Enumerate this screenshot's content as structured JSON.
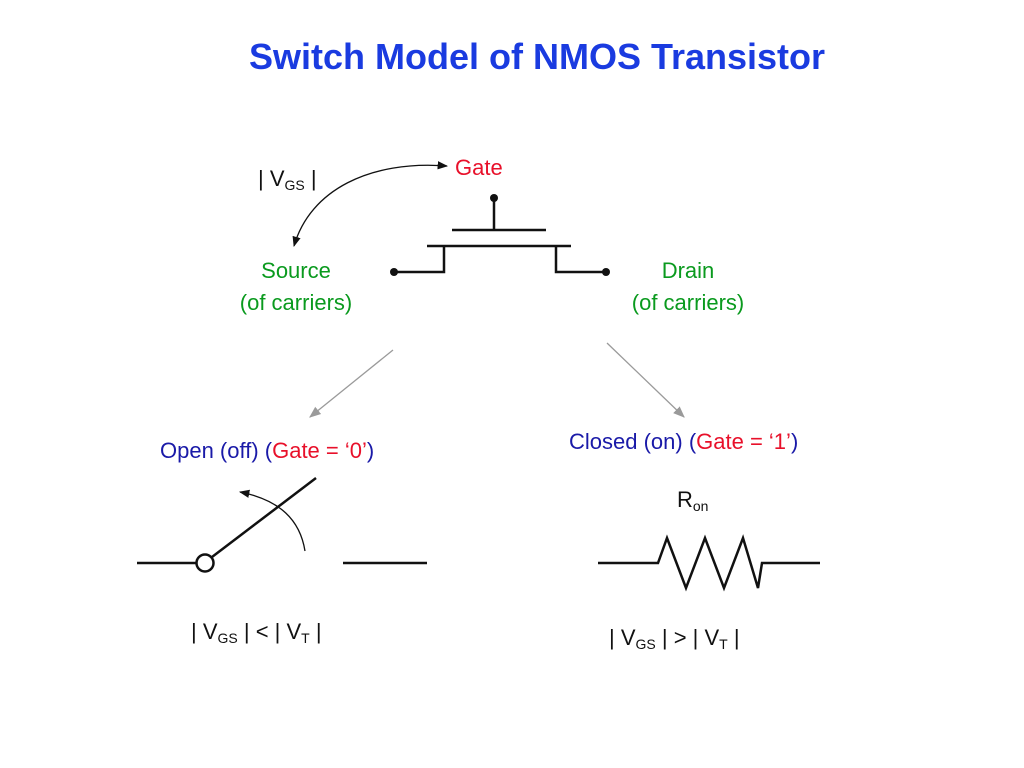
{
  "title": "Switch Model of NMOS Transistor",
  "transistor": {
    "gate_label": "Gate",
    "vgs_label": {
      "pre": "| V",
      "sub": "GS",
      "post": " |"
    },
    "source_label_line1": "Source",
    "source_label_line2": "(of carriers)",
    "drain_label_line1": "Drain",
    "drain_label_line2": "(of carriers)"
  },
  "open_case": {
    "label_prefix": "Open (off) (",
    "label_gate": "Gate = ‘0’",
    "label_suffix": ")",
    "condition": {
      "a": "| V",
      "a_sub": "GS",
      "mid": " | < | V",
      "b_sub": "T",
      "post": " |"
    }
  },
  "closed_case": {
    "label_prefix": "Closed (on) (",
    "label_gate": "Gate = ‘1’",
    "label_suffix": ")",
    "resistor": {
      "pre": "R",
      "sub": "on"
    },
    "condition": {
      "a": "| V",
      "a_sub": "GS",
      "mid": " | > | V",
      "b_sub": "T",
      "post": " |"
    }
  },
  "colors": {
    "title": "#1a3be0",
    "terminal_labels": "#0a9a1e",
    "gate": "#e8102a",
    "case_labels": "#1a1aa8"
  }
}
